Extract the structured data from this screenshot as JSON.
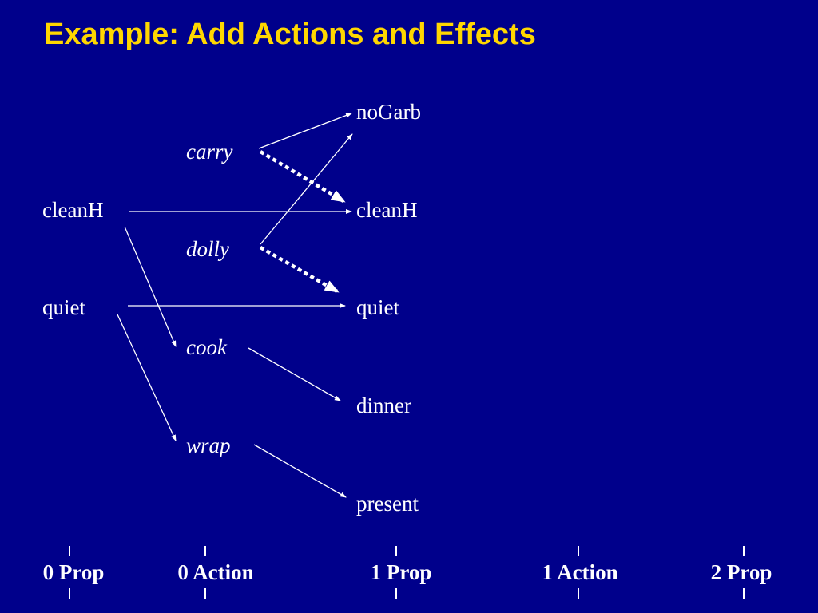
{
  "title": "Example: Add Actions and Effects",
  "nodes": {
    "prop0": [
      "cleanH",
      "quiet"
    ],
    "action0": [
      "carry",
      "dolly",
      "cook",
      "wrap"
    ],
    "prop1": [
      "noGarb",
      "cleanH",
      "quiet",
      "dinner",
      "present"
    ]
  },
  "edges": [
    {
      "from": "carry",
      "to": "noGarb",
      "type": "effect"
    },
    {
      "from": "carry",
      "to": "cleanH",
      "type": "delete-effect"
    },
    {
      "from": "cleanH",
      "to": "cleanH",
      "type": "persistence"
    },
    {
      "from": "dolly",
      "to": "noGarb",
      "type": "effect"
    },
    {
      "from": "dolly",
      "to": "quiet",
      "type": "delete-effect"
    },
    {
      "from": "cleanH",
      "to": "cook",
      "type": "precondition"
    },
    {
      "from": "quiet",
      "to": "quiet",
      "type": "persistence"
    },
    {
      "from": "quiet",
      "to": "wrap",
      "type": "precondition"
    },
    {
      "from": "cook",
      "to": "dinner",
      "type": "effect"
    },
    {
      "from": "wrap",
      "to": "present",
      "type": "effect"
    }
  ],
  "levels": [
    "0 Prop",
    "0 Action",
    "1  Prop",
    "1 Action",
    "2 Prop"
  ],
  "colors": {
    "background": "#00008b",
    "title": "#ffd700",
    "text": "#ffffff",
    "lines": "#ffffff"
  }
}
